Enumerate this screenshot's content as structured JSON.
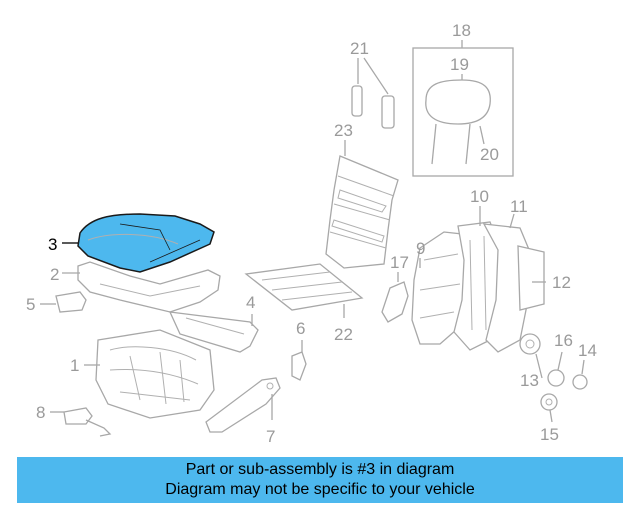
{
  "caption": {
    "line1": "Part or sub-assembly is #3 in diagram",
    "line2": "Diagram may not be specific to your vehicle"
  },
  "highlight_color": "#4db8ee",
  "diagram": {
    "highlighted_part": "3",
    "callouts": [
      "1",
      "2",
      "3",
      "4",
      "5",
      "6",
      "7",
      "8",
      "9",
      "10",
      "11",
      "12",
      "13",
      "14",
      "15",
      "16",
      "17",
      "18",
      "19",
      "20",
      "21",
      "22",
      "23"
    ]
  }
}
